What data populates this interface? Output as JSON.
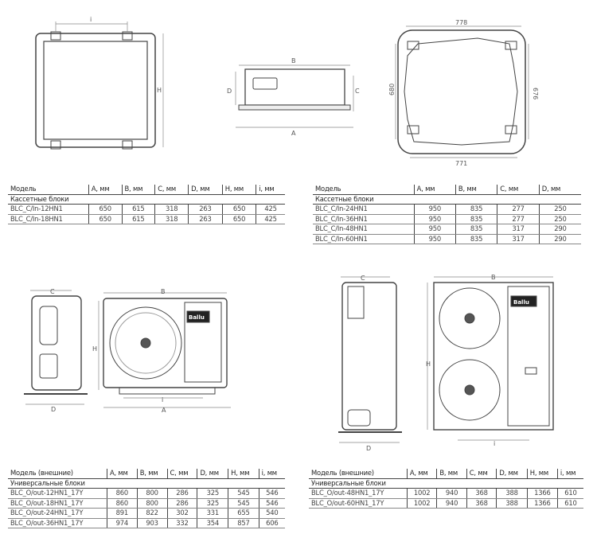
{
  "drawings": {
    "cassette_top": {
      "i": "i",
      "h": "H"
    },
    "cassette_side": {
      "b": "B",
      "a": "A",
      "c": "C",
      "d": "D"
    },
    "cassette_panel": {
      "top": "778",
      "bottom": "771",
      "left": "680",
      "right": "676"
    },
    "outdoor_small": {
      "c": "C",
      "d": "D",
      "b": "B",
      "h": "H",
      "i": "i",
      "a": "A",
      "brand": "Ballu"
    },
    "outdoor_large": {
      "c": "C",
      "d": "D",
      "b": "B",
      "h": "H",
      "i": "i",
      "brand": "Ballu"
    }
  },
  "tables": [
    {
      "headers": [
        "Модель",
        "A, мм",
        "B, мм",
        "C, мм",
        "D, мм",
        "H, мм",
        "i, мм"
      ],
      "group": "Кассетные блоки",
      "rows": [
        [
          "BLC_C/In-12HN1",
          "650",
          "615",
          "318",
          "263",
          "650",
          "425"
        ],
        [
          "BLC_C/In-18HN1",
          "650",
          "615",
          "318",
          "263",
          "650",
          "425"
        ]
      ]
    },
    {
      "headers": [
        "Модель",
        "A, мм",
        "B, мм",
        "C, мм",
        "D, мм"
      ],
      "group": "Кассетные блоки",
      "rows": [
        [
          "BLC_C/In-24HN1",
          "950",
          "835",
          "277",
          "250"
        ],
        [
          "BLC_C/In-36HN1",
          "950",
          "835",
          "277",
          "250"
        ],
        [
          "BLC_C/In-48HN1",
          "950",
          "835",
          "317",
          "290"
        ],
        [
          "BLC_C/In-60HN1",
          "950",
          "835",
          "317",
          "290"
        ]
      ]
    },
    {
      "headers": [
        "Модель (внешние)",
        "A, мм",
        "B, мм",
        "C, мм",
        "D, мм",
        "H, мм",
        "i, мм"
      ],
      "group": "Универсальные блоки",
      "rows": [
        [
          "BLC_O/out-12HN1_17Y",
          "860",
          "800",
          "286",
          "325",
          "545",
          "546"
        ],
        [
          "BLC_O/out-18HN1_17Y",
          "860",
          "800",
          "286",
          "325",
          "545",
          "546"
        ],
        [
          "BLC_O/out-24HN1_17Y",
          "891",
          "822",
          "302",
          "331",
          "655",
          "540"
        ],
        [
          "BLC_O/out-36HN1_17Y",
          "974",
          "903",
          "332",
          "354",
          "857",
          "606"
        ]
      ]
    },
    {
      "headers": [
        "Модель (внешние)",
        "A, мм",
        "B, мм",
        "C, мм",
        "D, мм",
        "H, мм",
        "i, мм"
      ],
      "group": "Универсальные блоки",
      "rows": [
        [
          "BLC_O/out-48HN1_17Y",
          "1002",
          "940",
          "368",
          "388",
          "1366",
          "610"
        ],
        [
          "BLC_O/out-60HN1_17Y",
          "1002",
          "940",
          "368",
          "388",
          "1366",
          "610"
        ]
      ]
    }
  ]
}
